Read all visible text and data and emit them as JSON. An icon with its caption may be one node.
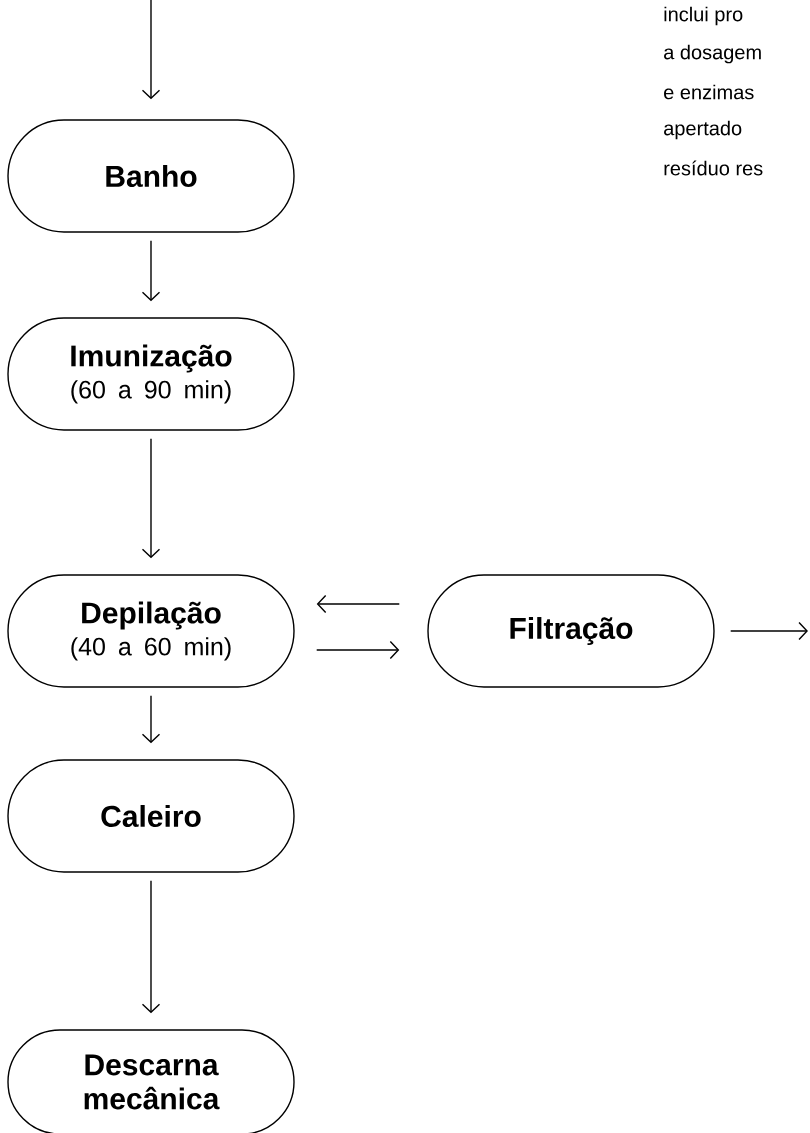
{
  "diagram": {
    "nodes": [
      {
        "text": [
          "Banho"
        ]
      },
      {
        "text": [
          "Imunização",
          "(60 a 90 min)"
        ]
      },
      {
        "text": [
          "Depilação",
          "(40 a 60 min)"
        ]
      },
      {
        "text": [
          "Filtração"
        ]
      },
      {
        "text": [
          "Caleiro"
        ]
      },
      {
        "text": [
          "Descarna mecânica"
        ]
      }
    ],
    "edges": [
      {
        "from": null,
        "to": 0,
        "arrow": "to"
      },
      {
        "from": 0,
        "to": 1,
        "arrow": "to"
      },
      {
        "from": 1,
        "to": 2,
        "arrow": "to"
      },
      {
        "from": 3,
        "to": 2,
        "arrow": "to"
      },
      {
        "from": 2,
        "to": 3,
        "arrow": "to"
      },
      {
        "from": 3,
        "to": null,
        "arrow": "to"
      },
      {
        "from": 2,
        "to": 4,
        "arrow": "to"
      },
      {
        "from": 4,
        "to": 5,
        "arrow": "to"
      }
    ],
    "labels": [
      "inclui pro",
      "a dosagem",
      "e enzimas",
      "apertado",
      "resíduo res"
    ]
  }
}
